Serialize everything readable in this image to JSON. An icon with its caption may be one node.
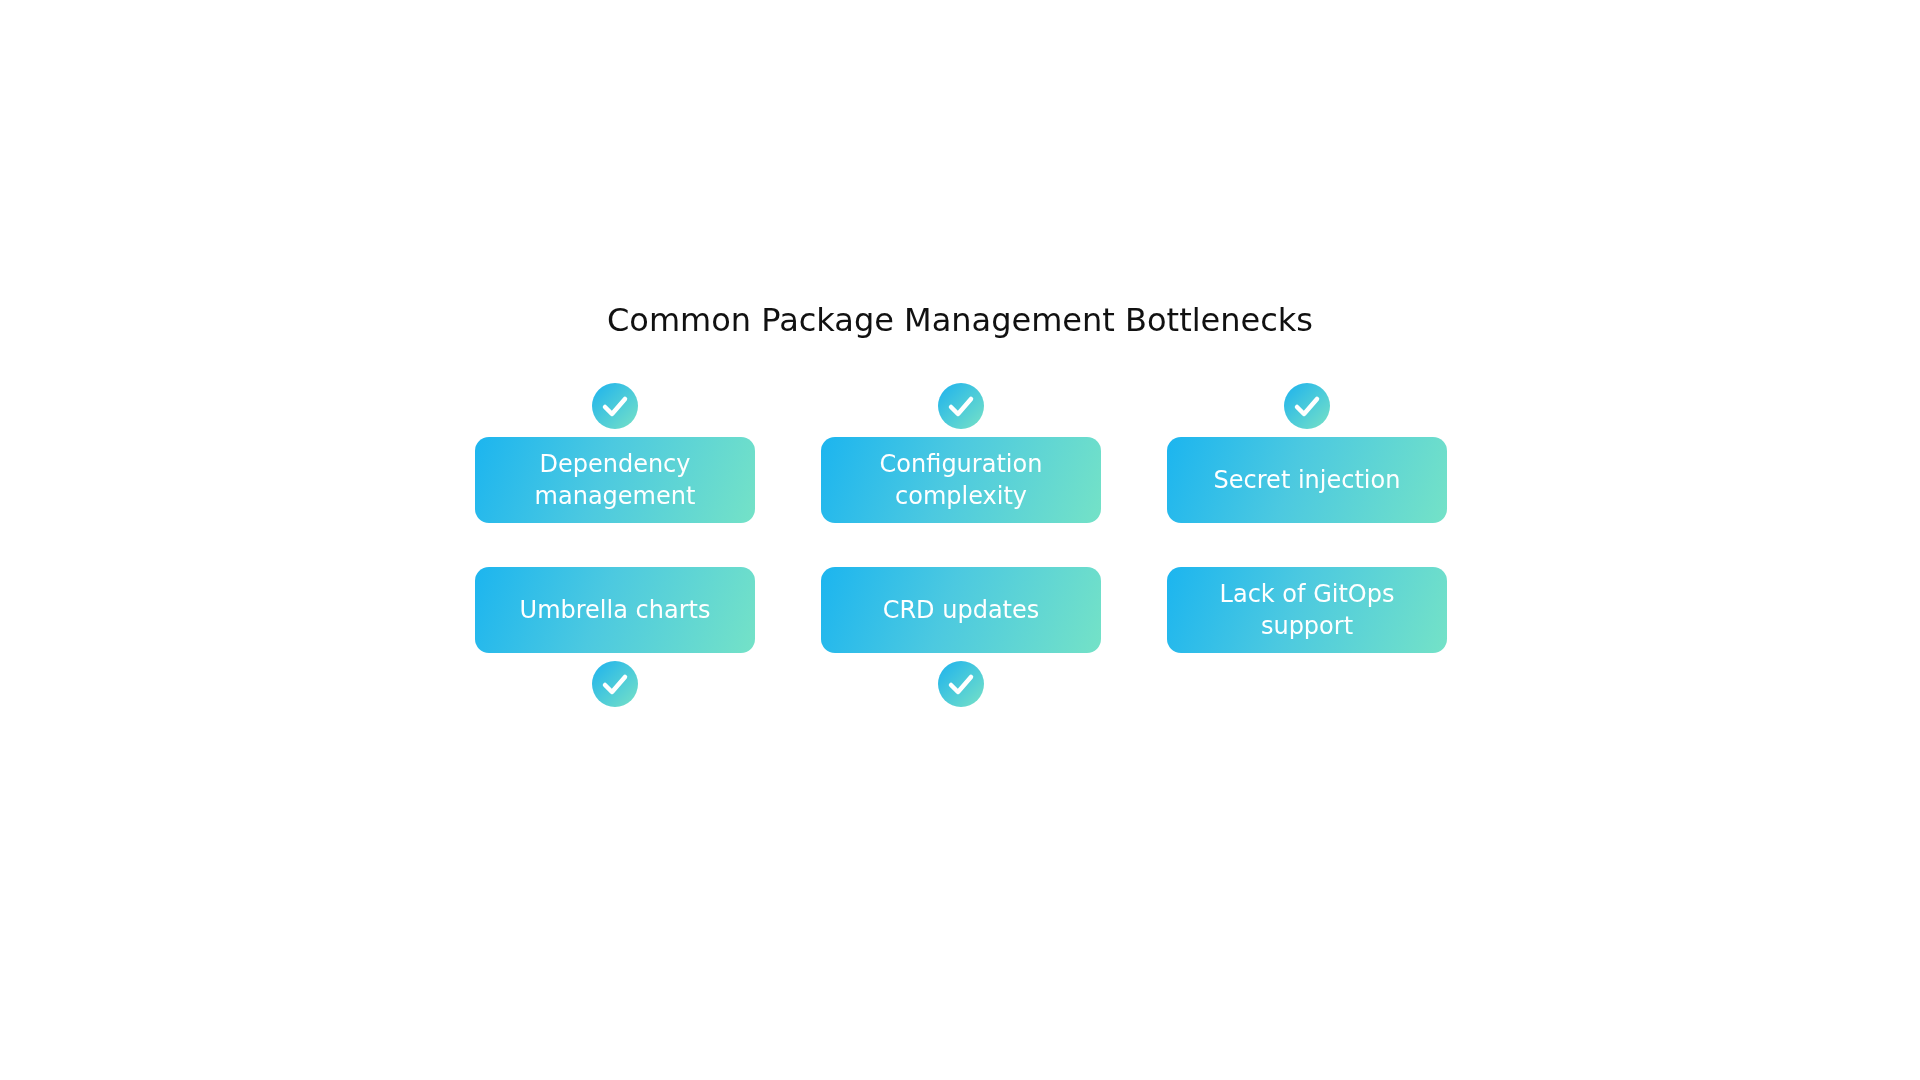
{
  "diagram": {
    "title": "Common Package Management Bottlenecks",
    "nodes": [
      {
        "text": [
          "Dependency management"
        ]
      },
      {
        "text": [
          "Configuration complexity"
        ]
      },
      {
        "text": [
          "Secret injection"
        ]
      },
      {
        "text": [
          "Umbrella charts"
        ]
      },
      {
        "text": [
          "CRD updates"
        ]
      },
      {
        "text": [
          "Lack of GitOps support"
        ]
      }
    ]
  }
}
